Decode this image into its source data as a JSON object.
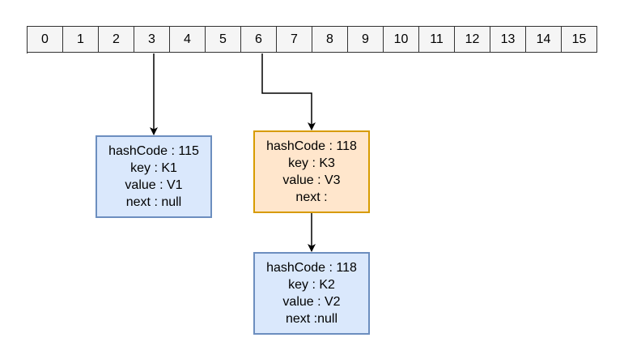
{
  "array": {
    "slots": [
      "0",
      "1",
      "2",
      "3",
      "4",
      "5",
      "6",
      "7",
      "8",
      "9",
      "10",
      "11",
      "12",
      "13",
      "14",
      "15"
    ]
  },
  "nodes": {
    "k1": {
      "hashCode": "hashCode : 115",
      "key": "key : K1",
      "value": "value : V1",
      "next": "next : null"
    },
    "k3": {
      "hashCode": "hashCode : 118",
      "key": "key : K3",
      "value": "value : V3",
      "next": "next :"
    },
    "k2": {
      "hashCode": "hashCode : 118",
      "key": "key : K2",
      "value": "value : V2",
      "next": "next :null"
    }
  },
  "colors": {
    "blue_fill": "#dae8fc",
    "blue_stroke": "#6c8ebf",
    "orange_fill": "#ffe6cc",
    "orange_stroke": "#d79b00",
    "arrow": "#000000"
  }
}
